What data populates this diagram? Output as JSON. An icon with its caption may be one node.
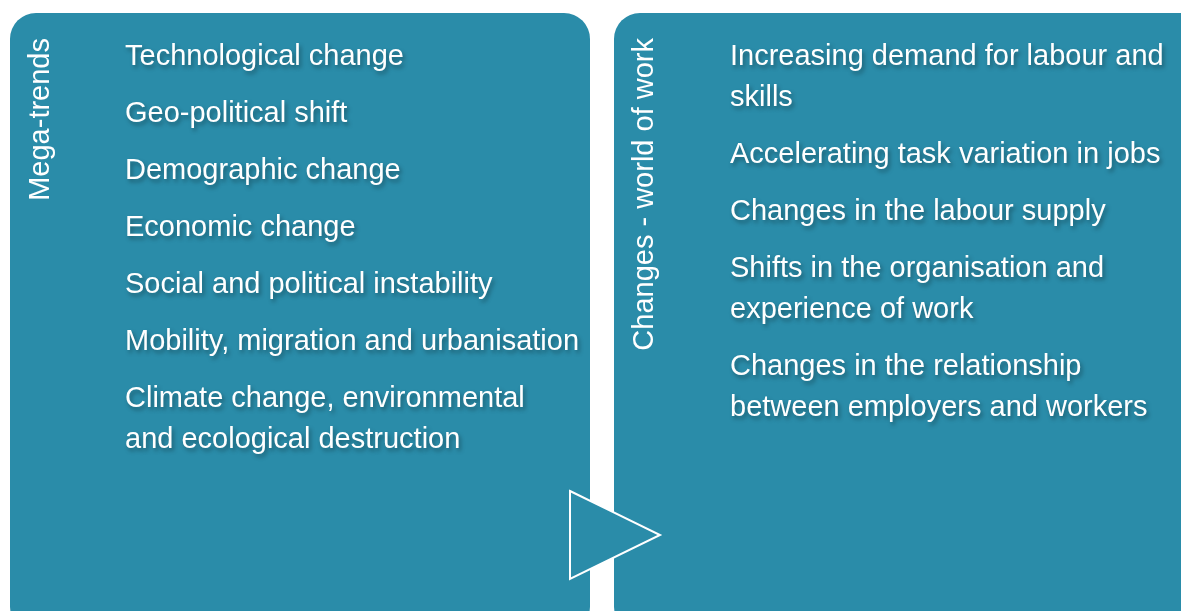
{
  "diagram": {
    "nodes": [
      {
        "text": [
          "Mega-trends",
          "Technological change",
          "Geo-political shift",
          "Demographic change",
          "Economic change",
          "Social and political instability",
          "Mobility, migration and urbanisation",
          "Climate change, environmental and ecological destruction"
        ]
      },
      {
        "text": [
          "Changes - world of work",
          "Increasing demand for labour and skills",
          "Accelerating task variation in jobs",
          "Changes in the labour supply",
          "Shifts in the organisation and experience of work",
          "Changes in the relationship between employers and workers"
        ]
      }
    ],
    "edges": [
      {
        "from": 0,
        "to": 1,
        "arrow": "to"
      }
    ]
  }
}
